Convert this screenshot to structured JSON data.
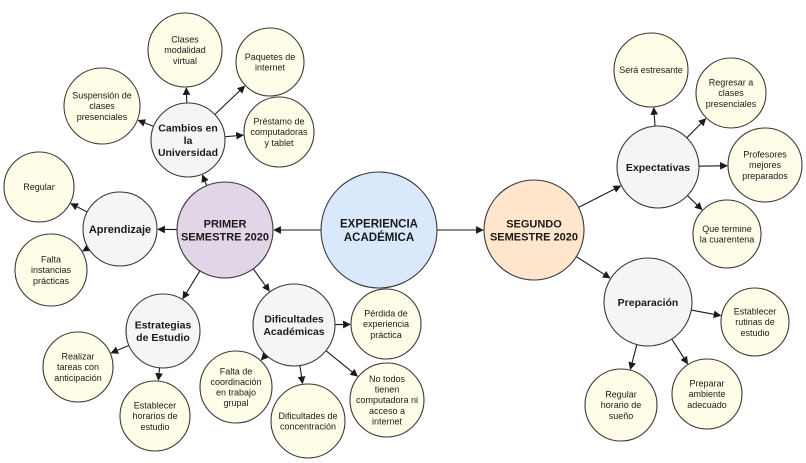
{
  "nodes": [
    {
      "id": "experiencia",
      "lines": [
        "EXPERIENCIA",
        "ACADÉMICA"
      ],
      "fill": "#dae8fc",
      "bold": true
    },
    {
      "id": "primer",
      "lines": [
        "PRIMER",
        "SEMESTRE 2020"
      ],
      "fill": "#e1d5e7",
      "bold": true
    },
    {
      "id": "segundo",
      "lines": [
        "SEGUNDO",
        "SEMESTRE 2020"
      ],
      "fill": "#ffe6cc",
      "bold": true
    },
    {
      "id": "cambios",
      "lines": [
        "Cambios en",
        "la",
        "Universidad"
      ],
      "fill": "#f5f5f5",
      "bold": true
    },
    {
      "id": "aprendizaje",
      "lines": [
        "Aprendizaje"
      ],
      "fill": "#f5f5f5",
      "bold": true
    },
    {
      "id": "estrategias",
      "lines": [
        "Estrategias",
        "de Estudio"
      ],
      "fill": "#f5f5f5",
      "bold": true
    },
    {
      "id": "dificultades",
      "lines": [
        "Dificultades",
        "Académicas"
      ],
      "fill": "#f5f5f5",
      "bold": true
    },
    {
      "id": "expectativas",
      "lines": [
        "Expectativas"
      ],
      "fill": "#f5f5f5",
      "bold": true
    },
    {
      "id": "preparacion",
      "lines": [
        "Preparación"
      ],
      "fill": "#f5f5f5",
      "bold": true
    },
    {
      "id": "clases_modalidad",
      "lines": [
        "Clases",
        "modalidad",
        "virtual"
      ],
      "fill": "#fffde7",
      "bold": false
    },
    {
      "id": "paquetes",
      "lines": [
        "Paquetes de",
        "internet"
      ],
      "fill": "#fffde7",
      "bold": false
    },
    {
      "id": "suspension",
      "lines": [
        "Suspensión de",
        "clases",
        "presenciales"
      ],
      "fill": "#fffde7",
      "bold": false
    },
    {
      "id": "prestamo",
      "lines": [
        "Préstamo de",
        "computadoras",
        "y tablet"
      ],
      "fill": "#fffde7",
      "bold": false
    },
    {
      "id": "regular",
      "lines": [
        "Regular"
      ],
      "fill": "#fffde7",
      "bold": false
    },
    {
      "id": "falta_instancias",
      "lines": [
        "Falta",
        "instancias",
        "prácticas"
      ],
      "fill": "#fffde7",
      "bold": false
    },
    {
      "id": "realizar_tareas",
      "lines": [
        "Realizar",
        "tareas con",
        "anticipación"
      ],
      "fill": "#fffde7",
      "bold": false
    },
    {
      "id": "establecer_horarios",
      "lines": [
        "Establecer",
        "horarios de",
        "estudio"
      ],
      "fill": "#fffde7",
      "bold": false
    },
    {
      "id": "falta_coordinacion",
      "lines": [
        "Falta de",
        "coordinación",
        "en trabajo",
        "grupal"
      ],
      "fill": "#fffde7",
      "bold": false
    },
    {
      "id": "dificultades_concentracion",
      "lines": [
        "Dificultades de",
        "concentración"
      ],
      "fill": "#fffde7",
      "bold": false
    },
    {
      "id": "no_todos",
      "lines": [
        "No todos",
        "tienen",
        "computadora ni",
        "acceso a",
        "internet"
      ],
      "fill": "#fffde7",
      "bold": false
    },
    {
      "id": "perdida",
      "lines": [
        "Pérdida de",
        "experiencia",
        "práctica"
      ],
      "fill": "#fffde7",
      "bold": false
    },
    {
      "id": "sera_estresante",
      "lines": [
        "Será estresante"
      ],
      "fill": "#fffde7",
      "bold": false
    },
    {
      "id": "regresar",
      "lines": [
        "Regresar a",
        "clases",
        "presenciales"
      ],
      "fill": "#fffde7",
      "bold": false
    },
    {
      "id": "profesores",
      "lines": [
        "Profesores",
        "mejores",
        "preparados"
      ],
      "fill": "#fffde7",
      "bold": false
    },
    {
      "id": "que_termine",
      "lines": [
        "Que termine",
        "la cuarentena"
      ],
      "fill": "#fffde7",
      "bold": false
    },
    {
      "id": "establecer_rutinas",
      "lines": [
        "Establecer",
        "rutinas de",
        "estudio"
      ],
      "fill": "#fffde7",
      "bold": false
    },
    {
      "id": "regular_horario",
      "lines": [
        "Regular",
        "horario de",
        "sueño"
      ],
      "fill": "#fffde7",
      "bold": false
    },
    {
      "id": "preparar_ambiente",
      "lines": [
        "Preparar",
        "ambiente",
        "adecuado"
      ],
      "fill": "#fffde7",
      "bold": false
    }
  ],
  "edges": [
    [
      "experiencia",
      "primer"
    ],
    [
      "experiencia",
      "segundo"
    ],
    [
      "primer",
      "cambios"
    ],
    [
      "primer",
      "aprendizaje"
    ],
    [
      "primer",
      "estrategias"
    ],
    [
      "primer",
      "dificultades"
    ],
    [
      "cambios",
      "clases_modalidad"
    ],
    [
      "cambios",
      "paquetes"
    ],
    [
      "cambios",
      "suspension"
    ],
    [
      "cambios",
      "prestamo"
    ],
    [
      "aprendizaje",
      "regular"
    ],
    [
      "aprendizaje",
      "falta_instancias"
    ],
    [
      "estrategias",
      "realizar_tareas"
    ],
    [
      "estrategias",
      "establecer_horarios"
    ],
    [
      "dificultades",
      "falta_coordinacion"
    ],
    [
      "dificultades",
      "dificultades_concentracion"
    ],
    [
      "dificultades",
      "no_todos"
    ],
    [
      "dificultades",
      "perdida"
    ],
    [
      "segundo",
      "expectativas"
    ],
    [
      "segundo",
      "preparacion"
    ],
    [
      "expectativas",
      "sera_estresante"
    ],
    [
      "expectativas",
      "regresar"
    ],
    [
      "expectativas",
      "profesores"
    ],
    [
      "expectativas",
      "que_termine"
    ],
    [
      "preparacion",
      "establecer_rutinas"
    ],
    [
      "preparacion",
      "regular_horario"
    ],
    [
      "preparacion",
      "preparar_ambiente"
    ]
  ]
}
